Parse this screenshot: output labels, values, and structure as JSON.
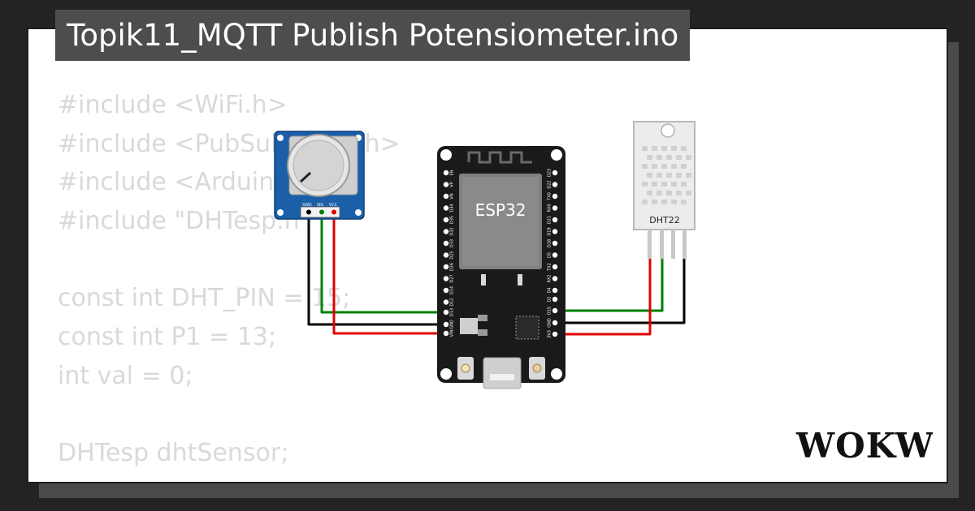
{
  "title": "Topik11_MQTT Publish Potensiometer.ino",
  "code_lines": [
    "#include <WiFi.h>",
    "#include <PubSubClient.h>",
    "#include <Arduino.h>",
    "#include \"DHTesp.h\"",
    "",
    "const int DHT_PIN = 15;",
    "const int P1 = 13;",
    "int val = 0;",
    "",
    "DHTesp dhtSensor;"
  ],
  "esp32": {
    "label": "ESP32",
    "pins_left": [
      "EN",
      "VP",
      "VN",
      "D34",
      "D35",
      "D32",
      "D33",
      "D25",
      "D26",
      "D27",
      "D14",
      "D12",
      "D13",
      "GND",
      "VIN"
    ],
    "pins_right": [
      "D23",
      "D22",
      "TX0",
      "RX0",
      "D21",
      "D19",
      "D18",
      "D5",
      "TX2",
      "RX2",
      "D4",
      "D2",
      "D15",
      "GND",
      "3V3"
    ]
  },
  "potentiometer": {
    "pins": [
      "GND",
      "SIG",
      "VCC"
    ]
  },
  "dht22": {
    "label": "DHT22"
  },
  "logo": {
    "text": "WOKWi"
  },
  "colors": {
    "background": "#232323",
    "title_bg": "#4d4d4d",
    "code_text": "#d9d9d9",
    "wire_black": "#000000",
    "wire_green": "#008000",
    "wire_red": "#e00000",
    "board": "#1a1a1a",
    "pot_blue": "#1b5fa8"
  }
}
